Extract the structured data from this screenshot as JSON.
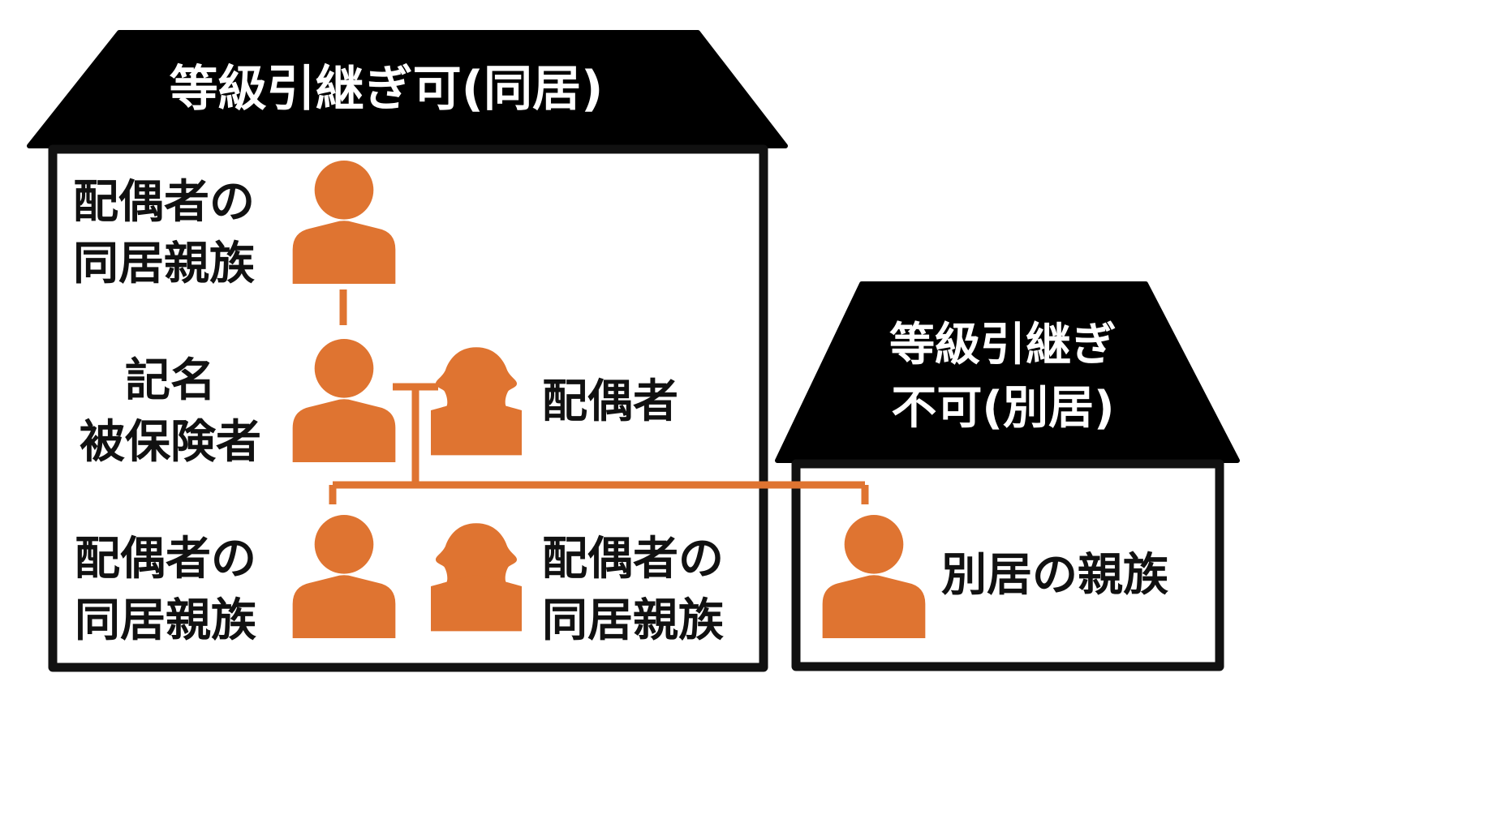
{
  "colors": {
    "person": "#df7431",
    "roof": "#000000",
    "outline": "#111111",
    "background": "#ffffff",
    "roof_text": "#ffffff",
    "label_text": "#111111"
  },
  "house_left": {
    "roof_title": "等級引継ぎ可(同居)"
  },
  "house_right": {
    "roof_title_line1": "等級引継ぎ",
    "roof_title_line2": "不可(別居)"
  },
  "labels": {
    "spouse_relative_top_l1": "配偶者の",
    "spouse_relative_top_l2": "同居親族",
    "insured_l1": "記名",
    "insured_l2": "被保険者",
    "spouse": "配偶者",
    "child_left_l1": "配偶者の",
    "child_left_l2": "同居親族",
    "child_right_l1": "配偶者の",
    "child_right_l2": "同居親族",
    "separate_relative": "別居の親族"
  },
  "icons": {
    "male": "person-icon",
    "female": "person-female-icon"
  }
}
